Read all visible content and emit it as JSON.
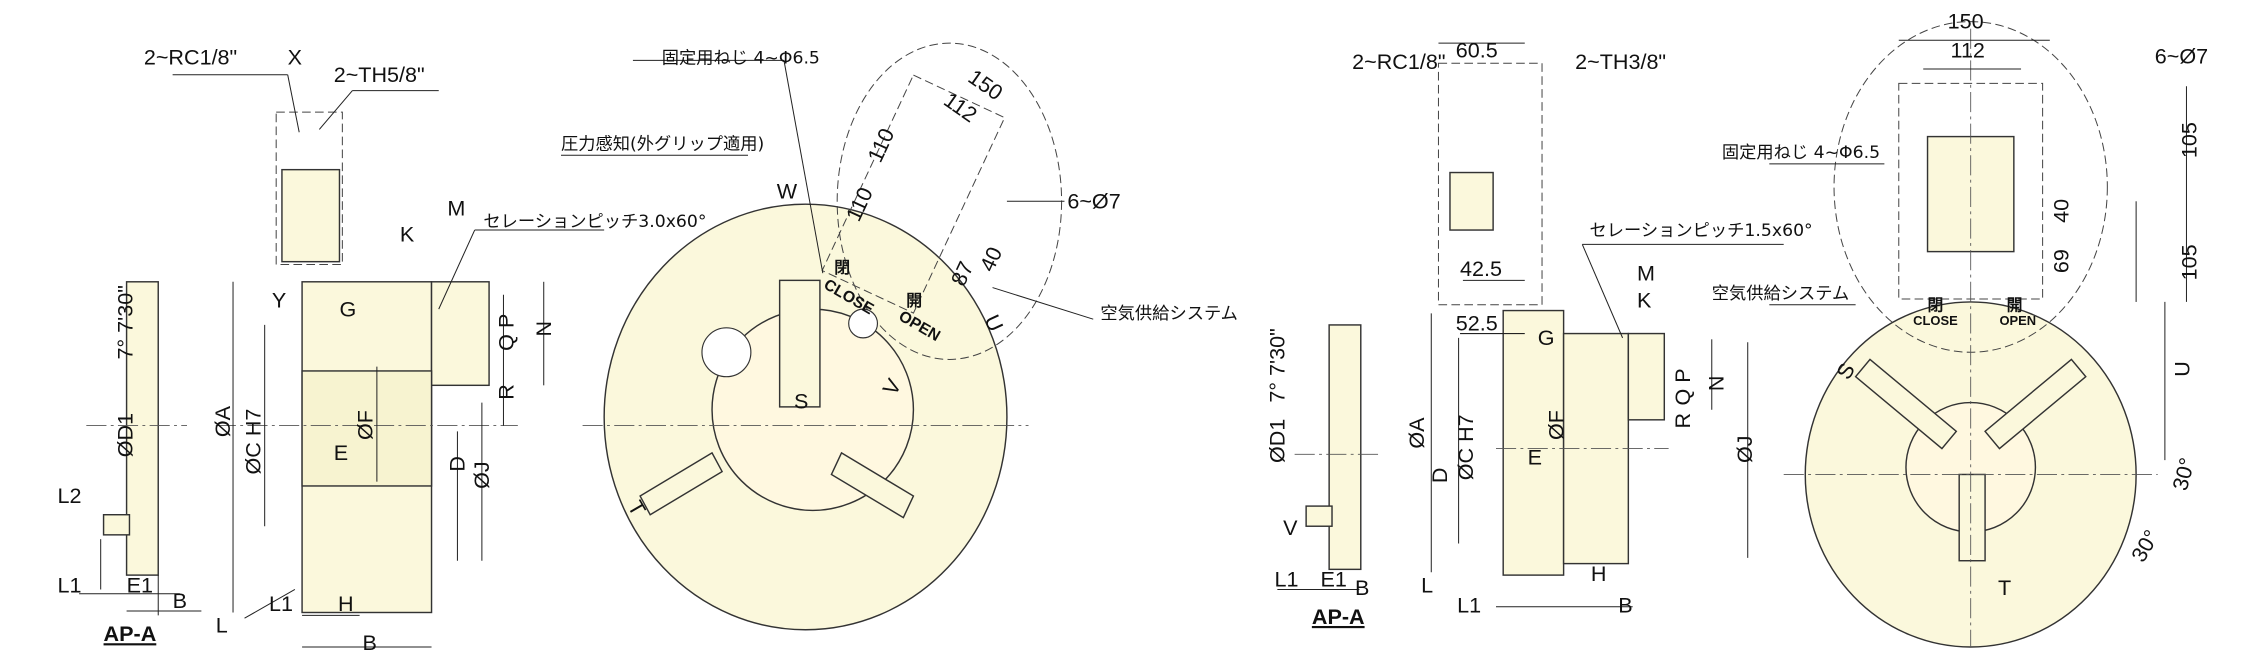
{
  "left_drawing": {
    "ap_a": {
      "title": "AP-A",
      "angle": "7° 7'30\"",
      "d1": "ØD1",
      "l2": "L2",
      "l1": "L1",
      "e1": "E1",
      "b": "B"
    },
    "side": {
      "rc": "2~RC1/8\"",
      "x": "X",
      "th": "2~TH5/8\"",
      "k": "K",
      "m": "M",
      "serration": "セレーションピッチ3.0x60°",
      "y": "Y",
      "g": "G",
      "qp": "Q P",
      "n": "N",
      "r": "R",
      "a": "ØA",
      "c": "ØC H7",
      "f": "ØF",
      "e": "E",
      "d": "D",
      "j": "ØJ",
      "l": "L",
      "l1": "L1",
      "h": "H",
      "b": "B"
    },
    "front": {
      "screw": "固定用ねじ 4~Φ6.5",
      "sensor": "圧力感知(外グリップ適用)",
      "w": "W",
      "d150": "150",
      "d112": "112",
      "d110a": "110",
      "d110b": "110",
      "holes": "6~Ø7",
      "close_jp": "閉",
      "close": "CLOSE",
      "open_jp": "開",
      "open": "OPEN",
      "d87": "87",
      "d40": "40",
      "air": "空気供給システム",
      "u": "U",
      "s": "S",
      "v": "V",
      "t": "T"
    }
  },
  "right_drawing": {
    "ap_a": {
      "title": "AP-A",
      "angle": "7° 7'30\"",
      "d1": "ØD1",
      "v": "V",
      "l1": "L1",
      "e1": "E1",
      "b": "B"
    },
    "side": {
      "rc": "2~RC1/8\"",
      "d60": "60.5",
      "th": "2~TH3/8\"",
      "d42": "42.5",
      "d52": "52.5",
      "serration": "セレーションピッチ1.5x60°",
      "m": "M",
      "k": "K",
      "g": "G",
      "qp": "Q P",
      "n": "N",
      "r": "R",
      "a": "ØA",
      "d": "D",
      "c": "ØC H7",
      "f": "ØF",
      "e": "E",
      "j": "ØJ",
      "l": "L",
      "l1": "L1",
      "h": "H",
      "b": "B"
    },
    "front": {
      "d150": "150",
      "d112": "112",
      "holes": "6~Ø7",
      "d105a": "105",
      "screw": "固定用ねじ 4~Φ6.5",
      "d40": "40",
      "d105b": "105",
      "d69": "69",
      "air": "空気供給システム",
      "close_jp": "閉",
      "close": "CLOSE",
      "open_jp": "開",
      "open": "OPEN",
      "s": "S",
      "u": "U",
      "a30a": "30°",
      "a30b": "30°",
      "t": "T"
    }
  }
}
